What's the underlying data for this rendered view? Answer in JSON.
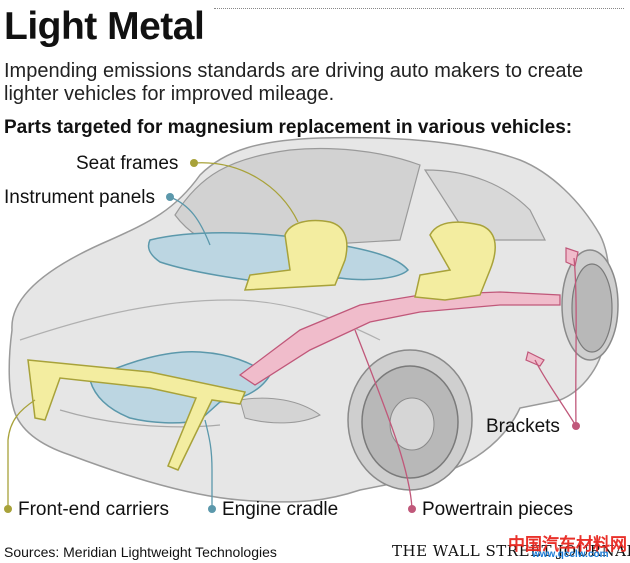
{
  "title": "Light Metal",
  "subtitle": "Impending emissions standards are driving auto makers to create lighter vehicles for improved mileage.",
  "heading": "Parts targeted for magnesium replacement in various vehicles:",
  "labels": {
    "seat_frames": "Seat frames",
    "instrument_panels": "Instrument panels",
    "brackets": "Brackets",
    "front_end_carriers": "Front-end carriers",
    "engine_cradle": "Engine cradle",
    "powertrain_pieces": "Powertrain pieces"
  },
  "colors": {
    "seat_frames": "#a8a23a",
    "instrument_panels": "#5b98ab",
    "brackets": "#c0587a",
    "front_end_carriers": "#a8a23a",
    "engine_cradle": "#5b98ab",
    "powertrain_pieces": "#c0587a",
    "yellow_part": "#f3eda0",
    "blue_part": "#bcd6e2",
    "pink_part": "#f0bccb",
    "car_body": "#e4e4e4",
    "car_line": "#9a9a9a"
  },
  "source": "Sources: Meridian Lightweight Technologies",
  "publisher": "THE WALL STREET JOURNAL.",
  "watermark": "中国汽车材料网",
  "watermark_url": "www.qcclw.com"
}
